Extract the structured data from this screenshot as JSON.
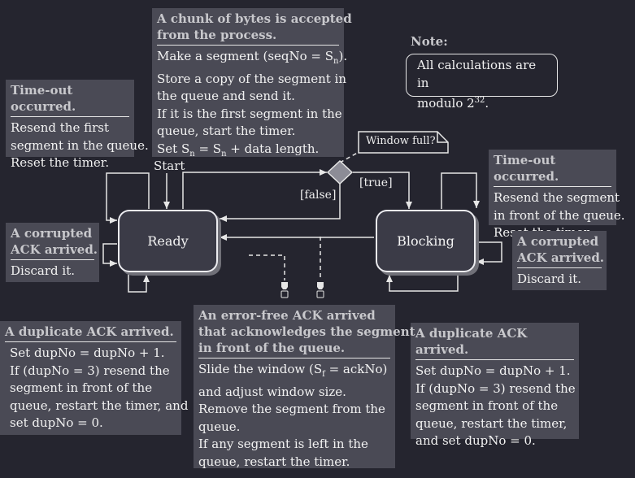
{
  "note": {
    "title": "Note:",
    "lines": [
      "All calculations are in",
      "modulo 2",
      "32",
      "."
    ]
  },
  "states": {
    "ready": "Ready",
    "blocking": "Blocking"
  },
  "labels": {
    "start": "Start",
    "window_full": "Window full?",
    "false": "[false]",
    "true": "[true]"
  },
  "boxes": {
    "chunk": {
      "header": [
        "A chunk of bytes is accepted",
        "from the process."
      ],
      "lines": [
        [
          "Make a segment (seqNo = S",
          "n",
          ")."
        ],
        [
          "Store a copy of the segment in"
        ],
        [
          "the queue and send it."
        ],
        [
          "If it is the first segment in the"
        ],
        [
          "queue, start the timer."
        ],
        [
          "Set S",
          "n",
          " = S",
          "n",
          " + data length."
        ]
      ]
    },
    "timeout_left": {
      "header": [
        "Time-out occurred."
      ],
      "lines": [
        "Resend the first",
        "segment in the queue.",
        "Reset the timer."
      ]
    },
    "timeout_right": {
      "header": [
        "Time-out occurred."
      ],
      "lines": [
        "Resend the segment",
        "in front of the queue.",
        "Reset the timer."
      ]
    },
    "corrupted_left": {
      "header": [
        "A corrupted",
        "ACK arrived."
      ],
      "lines": [
        "Discard it."
      ]
    },
    "corrupted_right": {
      "header": [
        "A corrupted",
        "ACK arrived."
      ],
      "lines": [
        "Discard it."
      ]
    },
    "dup_left": {
      "header": [
        "A duplicate ACK arrived."
      ],
      "lines": [
        "Set dupNo = dupNo + 1.",
        "If (dupNo = 3) resend the",
        "segment in front of the",
        "queue, restart the timer, and",
        "set dupNo = 0."
      ]
    },
    "dup_right": {
      "header": [
        "A duplicate ACK arrived."
      ],
      "lines": [
        "Set dupNo = dupNo + 1.",
        "If (dupNo = 3) resend the",
        "segment in front of the",
        "queue, restart the timer,",
        "and set dupNo = 0."
      ]
    },
    "errorfree": {
      "header": [
        "An error-free ACK arrived",
        "that acknowledges the segment",
        "in front of the queue."
      ],
      "lines": [
        [
          "Slide the window (S",
          "f",
          "  = ackNo)"
        ],
        [
          "and adjust window size."
        ],
        [
          "Remove the segment from the"
        ],
        [
          "queue."
        ],
        [
          "If any segment is left in the"
        ],
        [
          "queue, restart the timer."
        ]
      ]
    }
  }
}
